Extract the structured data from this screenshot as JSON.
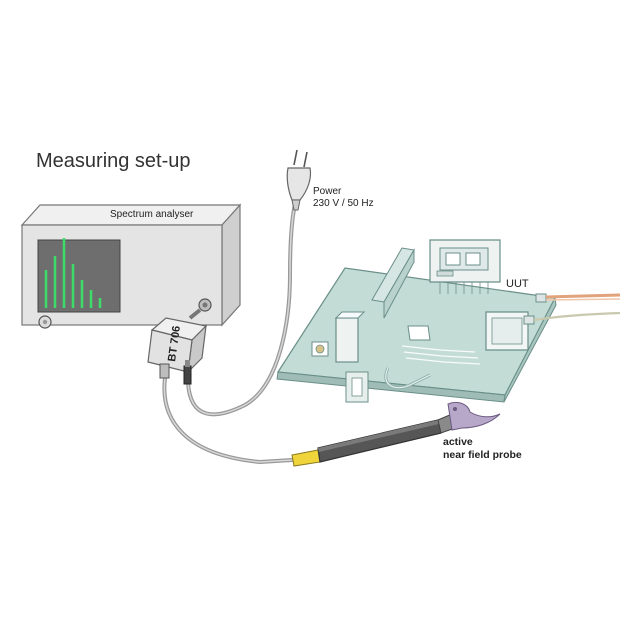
{
  "title": "Measuring set-up",
  "labels": {
    "spectrum_analyser": "Spectrum analyser",
    "power_line1": "Power",
    "power_line2": "230 V / 50 Hz",
    "uut": "UUT",
    "probe_line1": "active",
    "probe_line2": "near field probe",
    "amplifier": "BT 706"
  },
  "colors": {
    "screen_bg": "#6e6e6e",
    "spectrum_lines": "#3ddc6a",
    "device_body": "#e4e4e4",
    "board": "#c3dcd6",
    "probe_tip": "#b7a7c9",
    "ribbon_cable": "#e0a37c"
  },
  "spectrum_heights": [
    38,
    52,
    70,
    44,
    28,
    18,
    10
  ]
}
